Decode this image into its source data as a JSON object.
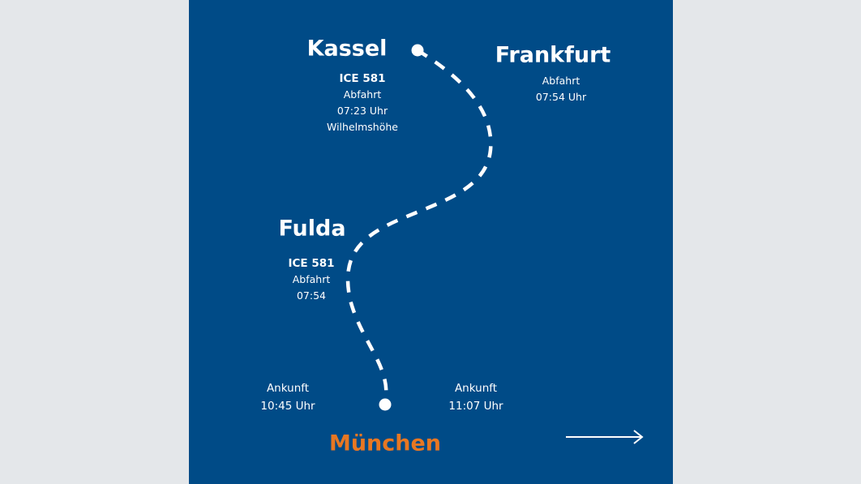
{
  "colors": {
    "panel": "#004b87",
    "background": "#e4e7ea",
    "highlight": "#e87722",
    "text": "#ffffff"
  },
  "stations": {
    "kassel": {
      "name": "Kassel",
      "train": "ICE 581",
      "label": "Abfahrt",
      "time": "07:23 Uhr",
      "detail": "Wilhelmshöhe"
    },
    "frankfurt": {
      "name": "Frankfurt",
      "label": "Abfahrt",
      "time": "07:54 Uhr"
    },
    "fulda": {
      "name": "Fulda",
      "train": "ICE 581",
      "label": "Abfahrt",
      "time": "07:54"
    },
    "muenchen": {
      "name": "München",
      "arrival_left": {
        "label": "Ankunft",
        "time": "10:45 Uhr"
      },
      "arrival_right": {
        "label": "Ankunft",
        "time": "11:07 Uhr"
      }
    }
  },
  "icons": {
    "next": "arrow-right-icon"
  }
}
